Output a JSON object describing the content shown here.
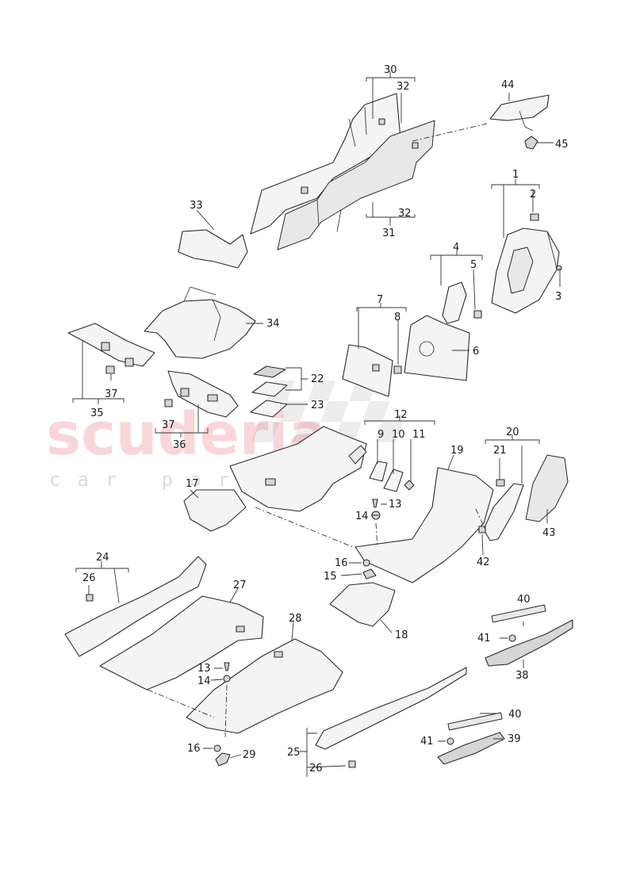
{
  "watermark": {
    "brand": "scuderia",
    "tagline": "car parts",
    "brand_color": "#e8707b"
  },
  "callouts": {
    "c1": "1",
    "c2": "2",
    "c3": "3",
    "c4": "4",
    "c5": "5",
    "c6": "6",
    "c7": "7",
    "c8": "8",
    "c9": "9",
    "c10": "10",
    "c11": "11",
    "c12": "12",
    "c13a": "13",
    "c13b": "13",
    "c14a": "14",
    "c14b": "14",
    "c15": "15",
    "c16a": "16",
    "c16b": "16",
    "c17": "17",
    "c18": "18",
    "c19": "19",
    "c20": "20",
    "c21": "21",
    "c22": "22",
    "c23": "23",
    "c24": "24",
    "c25": "25",
    "c26a": "26",
    "c26b": "26",
    "c27": "27",
    "c28": "28",
    "c29": "29",
    "c30": "30",
    "c31": "31",
    "c32a": "32",
    "c32b": "32",
    "c33": "33",
    "c34": "34",
    "c35": "35",
    "c36": "36",
    "c37a": "37",
    "c37b": "37",
    "c38": "38",
    "c39": "39",
    "c40a": "40",
    "c40b": "40",
    "c41a": "41",
    "c41b": "41",
    "c42": "42",
    "c43": "43",
    "c44": "44",
    "c45": "45"
  }
}
